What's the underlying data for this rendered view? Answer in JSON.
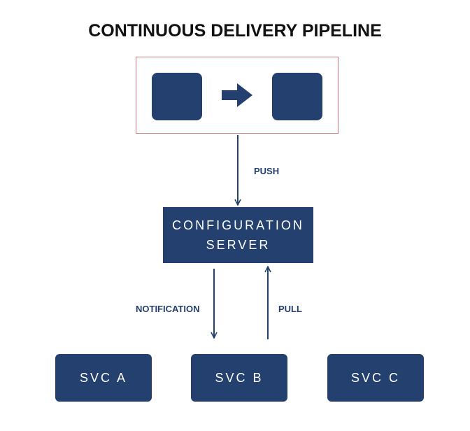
{
  "title": "CONTINUOUS DELIVERY PIPELINE",
  "colors": {
    "node_fill": "#23406e",
    "edge_label": "#23406e",
    "frame_border": "#d97a7a"
  },
  "pipeline": {
    "stages": [
      "",
      ""
    ],
    "stage_arrow_icon": "right-arrow-icon"
  },
  "config_server": {
    "line1": "CONFIGURATION",
    "line2": "SERVER"
  },
  "edges": {
    "push": "PUSH",
    "notification": "NOTIFICATION",
    "pull": "PULL"
  },
  "services": {
    "a": "SVC A",
    "b": "SVC B",
    "c": "SVC C"
  }
}
